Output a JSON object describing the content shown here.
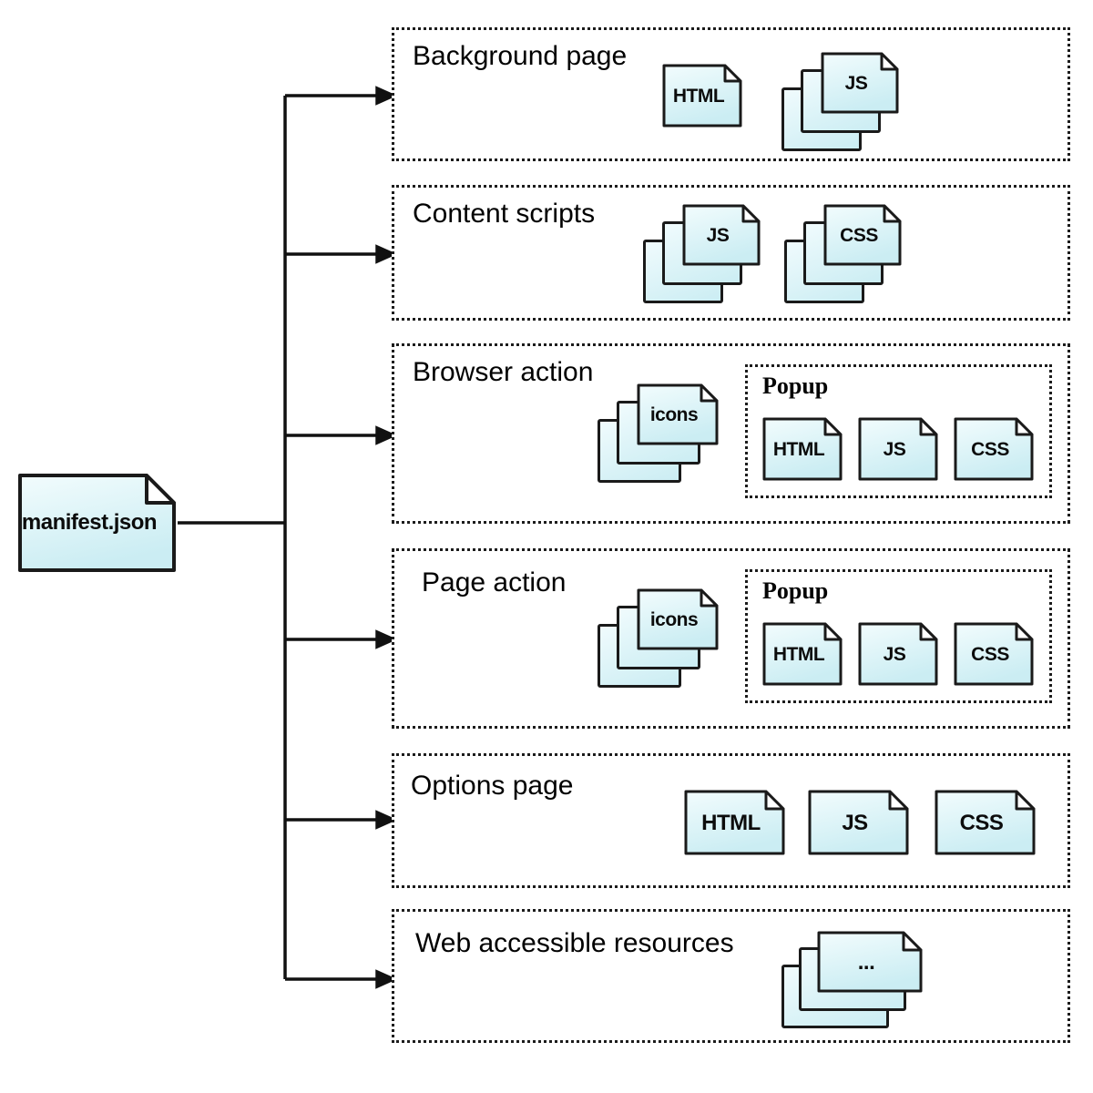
{
  "root": {
    "label": "manifest.json"
  },
  "sections": [
    {
      "title": "Background page",
      "html_label": "HTML",
      "js_label": "JS"
    },
    {
      "title": "Content scripts",
      "js_label": "JS",
      "css_label": "CSS"
    },
    {
      "title": "Browser action",
      "icons_label": "icons",
      "popup": {
        "title": "Popup",
        "html_label": "HTML",
        "js_label": "JS",
        "css_label": "CSS"
      }
    },
    {
      "title": "Page action",
      "icons_label": "icons",
      "popup": {
        "title": "Popup",
        "html_label": "HTML",
        "js_label": "JS",
        "css_label": "CSS"
      }
    },
    {
      "title": "Options page",
      "html_label": "HTML",
      "js_label": "JS",
      "css_label": "CSS"
    },
    {
      "title": "Web accessible resources",
      "files_label": "..."
    }
  ],
  "colors": {
    "file_fill_top": "#f0fbfd",
    "file_fill_bottom": "#cbedf3",
    "outline": "#1a1a1a",
    "line": "#111111"
  }
}
